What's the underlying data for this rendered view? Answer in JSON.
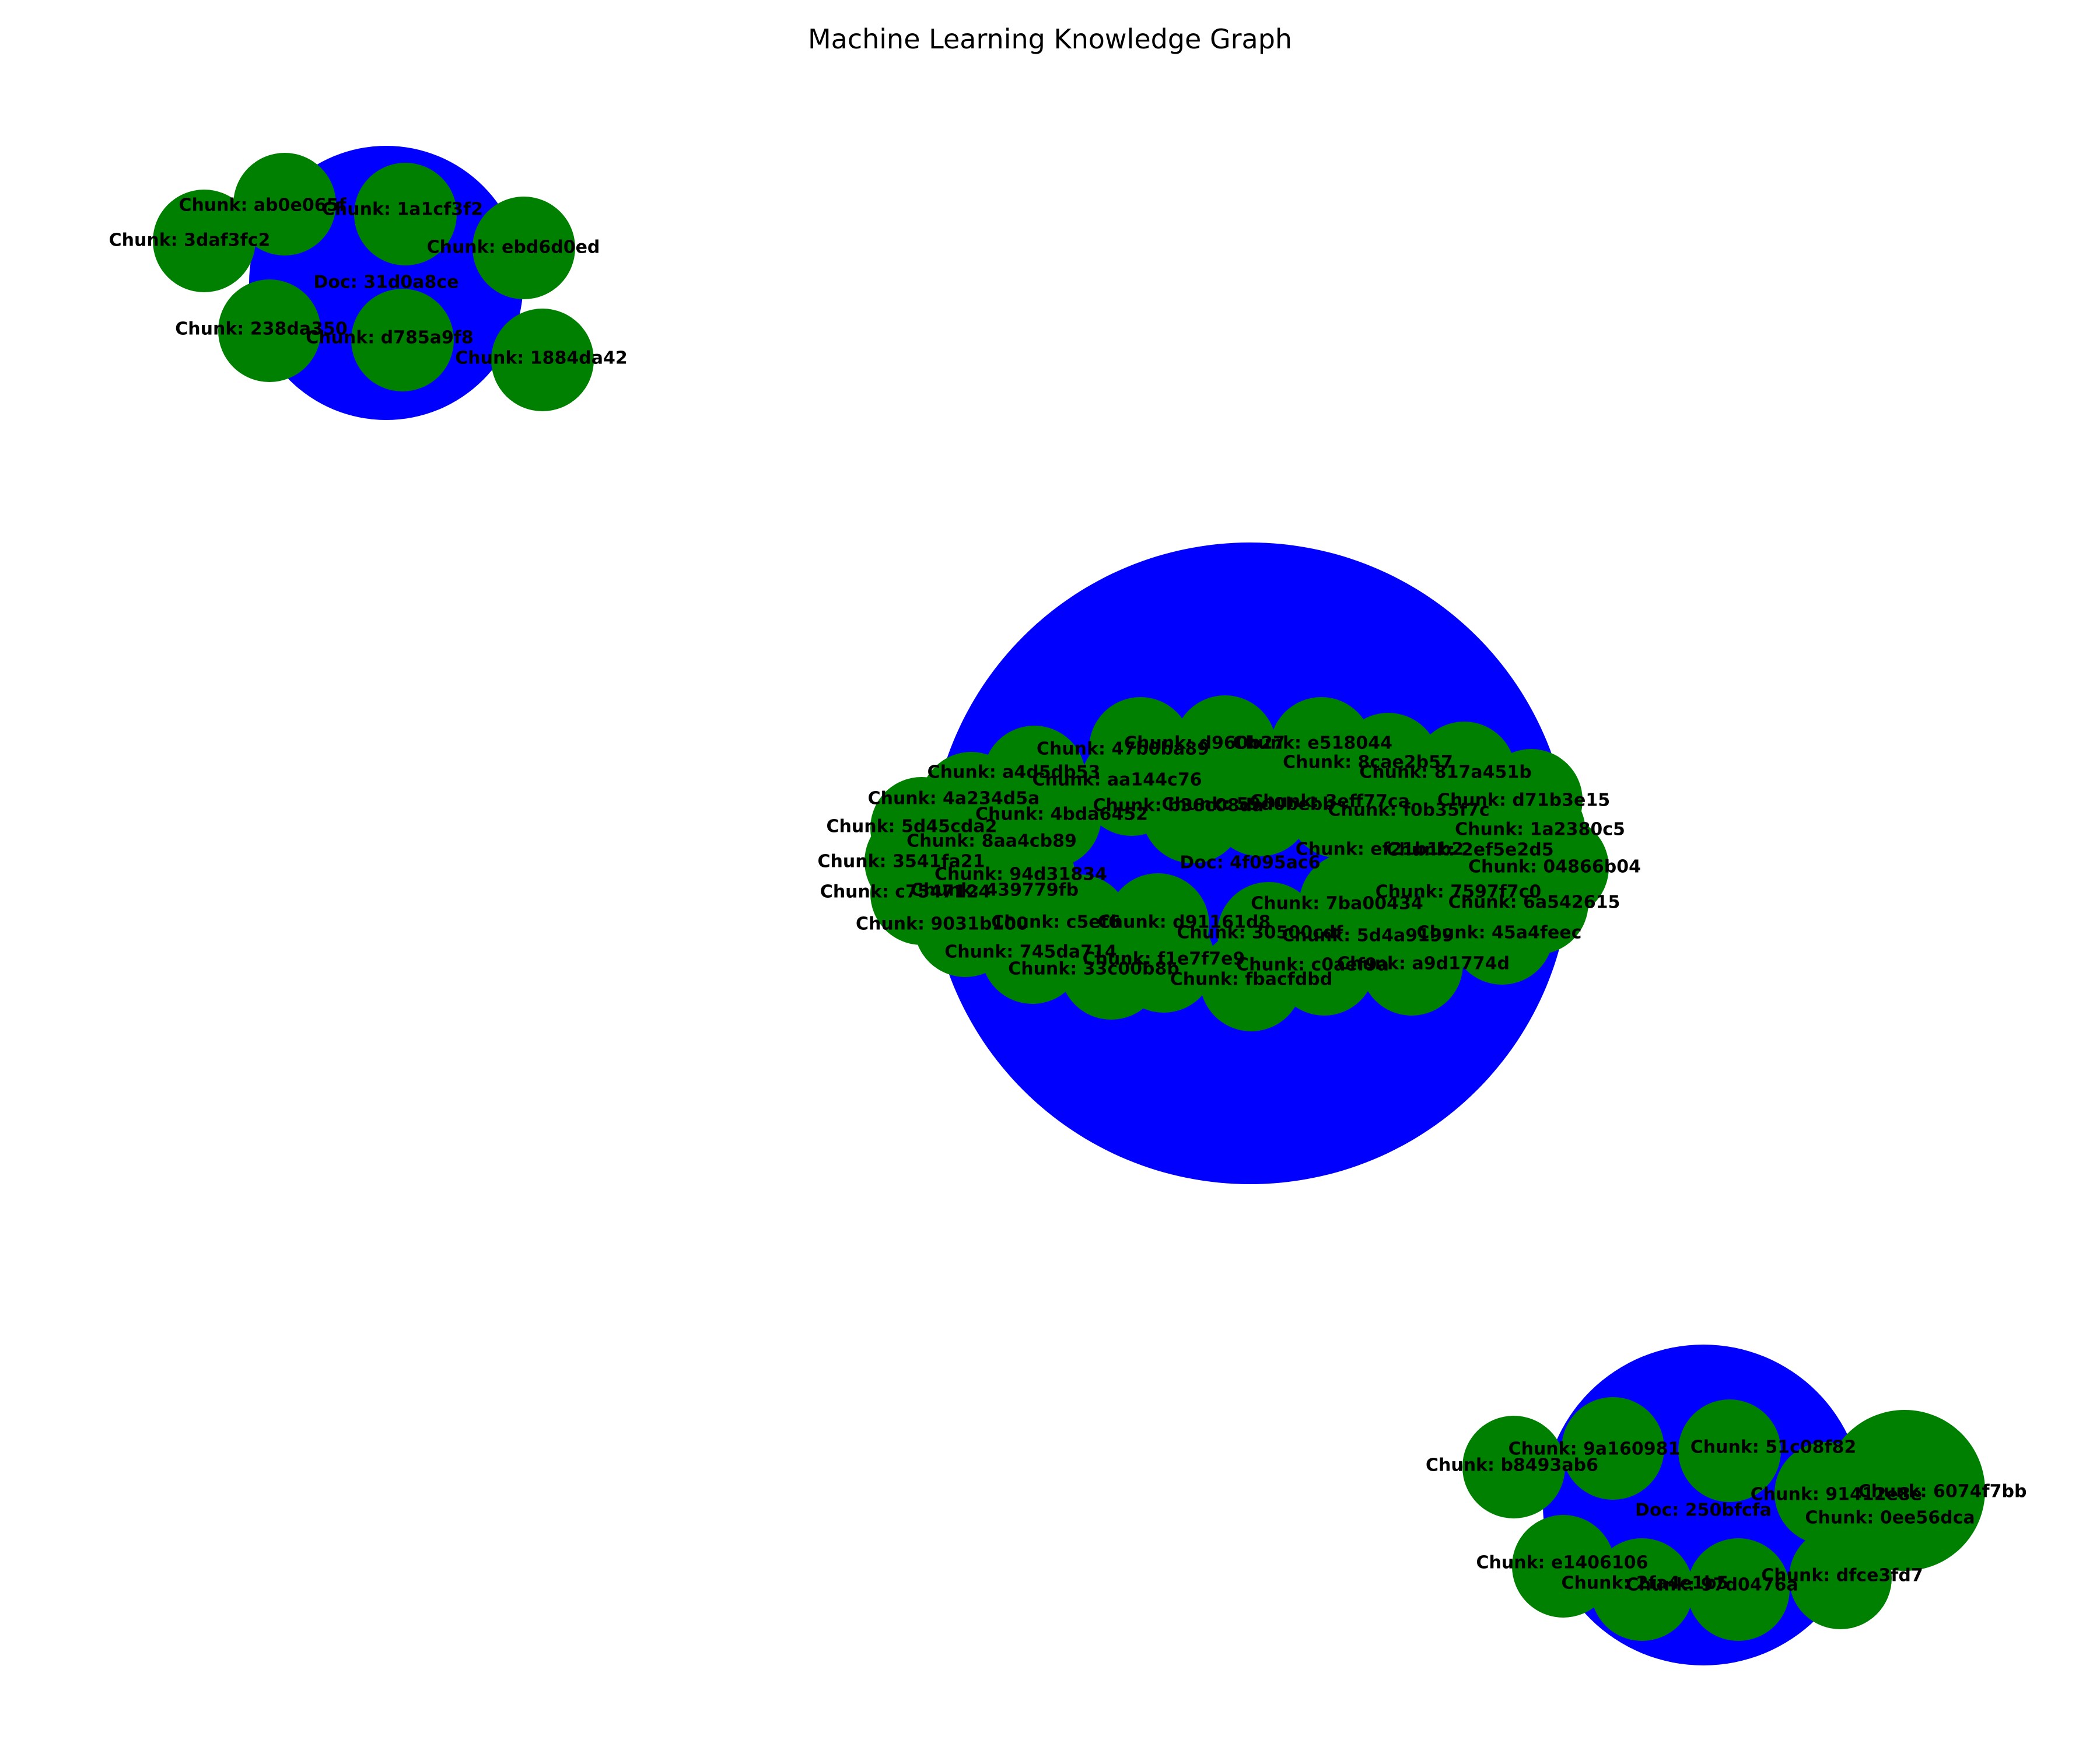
{
  "title": "Machine Learning Knowledge Graph",
  "colors": {
    "doc_node": "#0000ff",
    "chunk_node": "#008000",
    "label": "#000000",
    "background": "#ffffff"
  },
  "documents": [
    {
      "label": "Doc: 31d0a8ce",
      "chunks": [
        "Chunk: ab0e065f",
        "Chunk: 1a1cf3f2",
        "Chunk: 3daf3fc2",
        "Chunk: ebd6d0ed",
        "Chunk: 238da350",
        "Chunk: d785a9f8",
        "Chunk: 1884da42"
      ]
    },
    {
      "label": "Doc: 4f095ac6",
      "chunks": [
        "Chunk: 47b0ba89",
        "Chunk: d960b27",
        "Chunk: e518044",
        "Chunk: a4d5db53",
        "Chunk: aa144c76",
        "Chunk: 59d0bebb",
        "Chunk: 8cae2b57",
        "Chunk: 817a451b",
        "Chunk: 4a234d5a",
        "Chunk: 4bda6452",
        "Chunk: b36c08da",
        "Chunk: 3eff77ca",
        "Chunk: d71b3e15",
        "Chunk: f0b35f7c",
        "Chunk: 5d45cda2",
        "Chunk: 1a2380c5",
        "Chunk: 8aa4cb89",
        "Chunk: ef21b1b2",
        "Chunk: 2ef5e2d5",
        "Chunk: 3541fa21",
        "Chunk: 94d31834",
        "Chunk: 04866b04",
        "Chunk: c7547124",
        "Chunk: 439779fb",
        "Chunk: 7597f7c0",
        "Chunk: 7ba00434",
        "Chunk: 6a542615",
        "Chunk: 9031b100",
        "Chunk: c5ef6",
        "Chunk: d91161d8",
        "Chunk: 30500cdf",
        "Chunk: 5d4a9199",
        "Chunk: 45a4feec",
        "Chunk: 745da714",
        "Chunk: f1e7f7e9",
        "Chunk: 33c00b8b",
        "Chunk: c0aef9a",
        "Chunk: a9d1774d",
        "Chunk: fbacfdbd"
      ]
    },
    {
      "label": "Doc: 250bfcfa",
      "chunks": [
        "Chunk: 9a160981",
        "Chunk: 51c08f82",
        "Chunk: b8493ab6",
        "Chunk: 6074f7bb",
        "Chunk: 91412e8e",
        "Chunk: 0ee56dca",
        "Chunk: e1406106",
        "Chunk: dfce3fd7",
        "Chunk: 2fa4e1b5",
        "Chunk: 97d0476a"
      ]
    }
  ]
}
